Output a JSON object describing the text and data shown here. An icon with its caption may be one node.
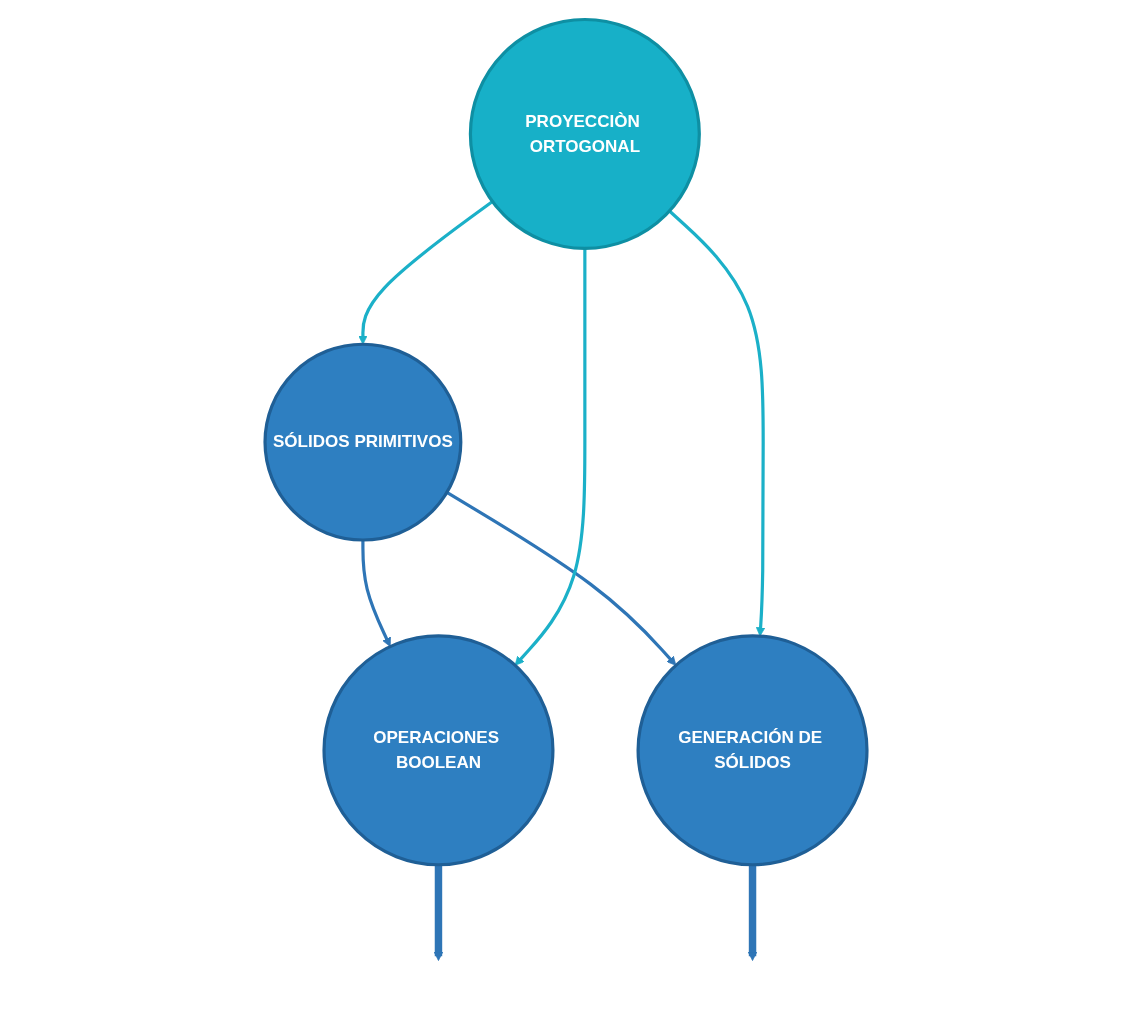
{
  "diagram": {
    "nodes": [
      {
        "text": [
          "SÓLIDOS PRIMITIVOS"
        ]
      },
      {
        "text": [
          "PROYECCIÒN ORTOGONAL"
        ]
      },
      {
        "text": [
          "OPERACIONES BOOLEAN"
        ]
      },
      {
        "text": [
          "GENERACIÓN DE SÓLIDOS"
        ]
      }
    ],
    "edges": [
      {
        "from": 0,
        "to": 2,
        "arrow": "to"
      },
      {
        "from": 0,
        "to": 3,
        "arrow": "to"
      },
      {
        "from": 1,
        "to": 0,
        "arrow": "to",
        "color": "#1bb0c8"
      },
      {
        "from": 1,
        "to": 2,
        "arrow": "to",
        "color": "#1bb0c8"
      },
      {
        "from": 1,
        "to": 3,
        "arrow": "to",
        "color": "#1bb0c8"
      },
      {
        "from": 2,
        "to": null,
        "arrow": "to",
        "style": "thick"
      },
      {
        "from": 3,
        "to": null,
        "arrow": "to",
        "style": "thick"
      }
    ]
  }
}
